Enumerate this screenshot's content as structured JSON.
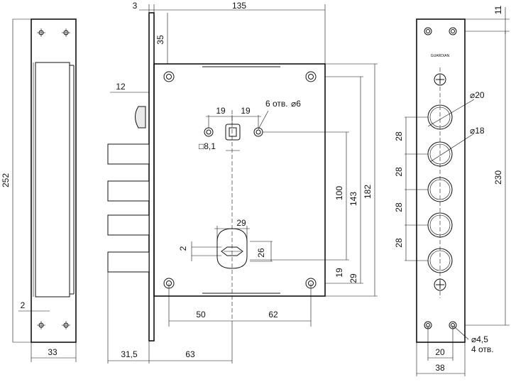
{
  "labels": {
    "d_3": "3",
    "d_135": "135",
    "d_11": "11",
    "d_35": "35",
    "d_12": "12",
    "d_19a": "19",
    "d_19b": "19",
    "holes_note": "6 отв.",
    "holes_dia": "⌀6",
    "sq_8_1": "□8,1",
    "d_29_key": "29",
    "d_2_small": "2",
    "d_26": "26",
    "d_100": "100",
    "d_143": "143",
    "d_182": "182",
    "d_19_bottom": "19",
    "d_29_bottom": "29",
    "d_50": "50",
    "d_62": "62",
    "d_63": "63",
    "d_31_5": "31,5",
    "d_33": "33",
    "d_2_left": "2",
    "d_252": "252",
    "d_20_circle": "⌀20",
    "d_18_circle": "⌀18",
    "d_28_1": "28",
    "d_28_2": "28",
    "d_28_3": "28",
    "d_28_4": "28",
    "d_230": "230",
    "d_4_5": "⌀4,5",
    "holes_4": "4 отв.",
    "d_20_bottom": "20",
    "d_38": "38",
    "brand_mark": "GUARDIAN"
  }
}
